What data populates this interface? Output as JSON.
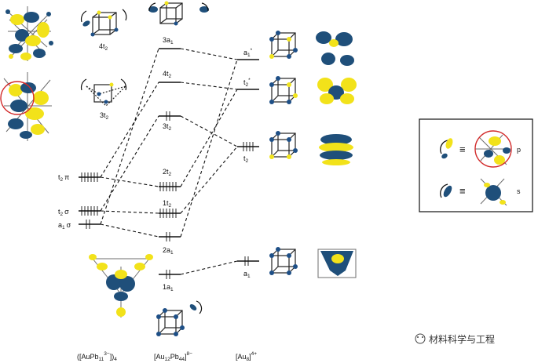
{
  "levels": {
    "left": {
      "t2pi": {
        "label": "t",
        "sub": "2",
        "suffix": "π"
      },
      "t2sigma": {
        "label": "t",
        "sub": "2",
        "suffix": "σ"
      },
      "a1sigma": {
        "label": "a",
        "sub": "1",
        "suffix": "σ"
      }
    },
    "middle": [
      {
        "id": "3a1",
        "prefix": "3a",
        "sub": "1"
      },
      {
        "id": "4t2",
        "prefix": "4t",
        "sub": "2"
      },
      {
        "id": "3t2",
        "prefix": "3t",
        "sub": "2"
      },
      {
        "id": "2t2",
        "prefix": "2t",
        "sub": "2"
      },
      {
        "id": "1t2",
        "prefix": "1t",
        "sub": "2"
      },
      {
        "id": "2a1",
        "prefix": "2a",
        "sub": "1"
      },
      {
        "id": "1a1",
        "prefix": "1a",
        "sub": "1"
      }
    ],
    "right": [
      {
        "id": "a1star",
        "prefix": "a",
        "sub": "1",
        "sup": "*"
      },
      {
        "id": "t2star",
        "prefix": "t",
        "sub": "2",
        "sup": "*"
      },
      {
        "id": "t2",
        "prefix": "t",
        "sub": "2"
      },
      {
        "id": "a1",
        "prefix": "a",
        "sub": "1"
      }
    ]
  },
  "orbital_labels_left": {
    "top": {
      "prefix": "4t",
      "sub": "2"
    },
    "bottom": {
      "prefix": "3t",
      "sub": "2"
    }
  },
  "column_labels": {
    "left": {
      "open": "([AuPb",
      "sub": "11",
      "sup": "3−",
      "close": "])",
      "sub2": "4"
    },
    "middle": {
      "open": "[Au",
      "sub": "12",
      "mid": "Pb",
      "sub2": "44",
      "close": "]",
      "sup": "8−"
    },
    "right": {
      "open": "[Au",
      "sub": "8",
      "close": "]",
      "sup": "4+"
    }
  },
  "legend": {
    "p_label": "p",
    "s_label": "s",
    "equiv": "≡"
  },
  "watermark": {
    "text": "材料科学与工程"
  },
  "colors": {
    "lobe_blue": "#1f4f7a",
    "lobe_yellow": "#f2e21a",
    "highlight": "#d22a2a"
  }
}
